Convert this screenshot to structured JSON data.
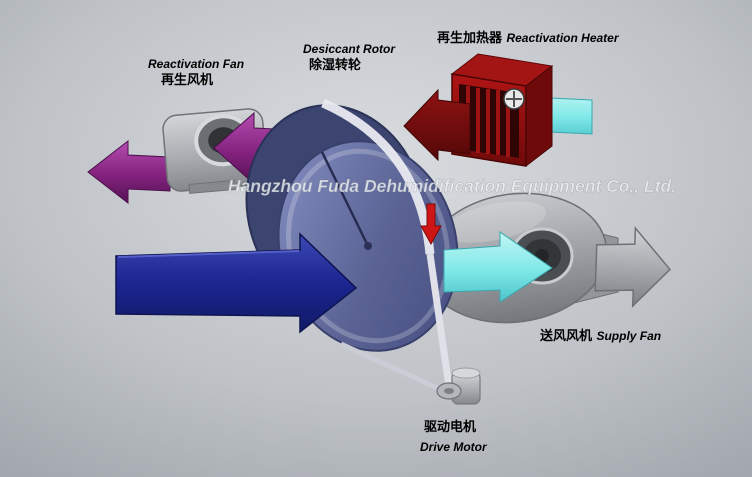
{
  "diagram": {
    "watermark": "Hangzhou Fuda Dehumidification Equipment Co., Ltd.",
    "labels": {
      "reactivation_fan_en": "Reactivation Fan",
      "reactivation_fan_zh": "再生风机",
      "desiccant_rotor_en": "Desiccant Rotor",
      "desiccant_rotor_zh": "除湿转轮",
      "reactivation_heater_zh": "再生加热器",
      "reactivation_heater_en": "Reactivation Heater",
      "supply_fan_zh": "送风风机",
      "supply_fan_en": "Supply Fan",
      "drive_motor_zh": "驱动电机",
      "drive_motor_en": "Drive Motor"
    },
    "colors": {
      "reactivation_air": "#8e2a8e",
      "process_air_in": "#1b2490",
      "dry_air_out": "#7fe8e8",
      "heater_body": "#8c0e0e",
      "supply_air_out": "#9c9fa3",
      "rotor_body": "#5a6394"
    }
  }
}
